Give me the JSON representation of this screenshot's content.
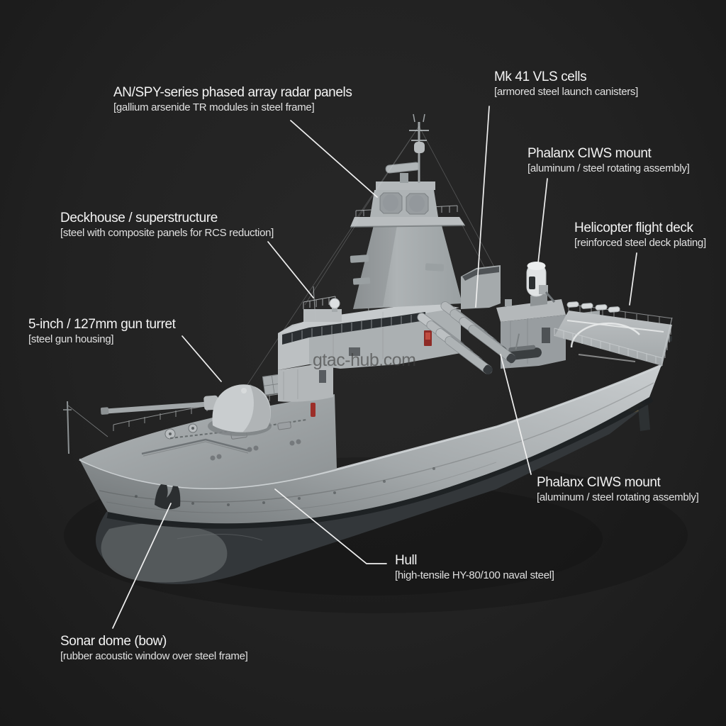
{
  "scene": {
    "background_color": "#212121",
    "hull_light": "#c2c6c8",
    "hull_shadow": "#777c7e",
    "underwater_color": "#3c4042",
    "leader_line_color": "#f0f0f0",
    "label_text_color": "#f3f3f3",
    "label_subtext_color": "#e0e0e0",
    "accent_red": "#8e2b26",
    "phalanx_dome_color": "#e0e3e4"
  },
  "watermark": {
    "text": "gtac-hub.com"
  },
  "labels": [
    {
      "id": "radar-panels",
      "title": "AN/SPY-series phased array radar panels",
      "subtitle": "[gallium arsenide TR modules in steel frame]"
    },
    {
      "id": "vls-cells",
      "title": "Mk 41 VLS cells",
      "subtitle": "[armored steel launch canisters]"
    },
    {
      "id": "phalanx-fwd",
      "title": "Phalanx CIWS mount",
      "subtitle": "[aluminum / steel rotating assembly]"
    },
    {
      "id": "flight-deck",
      "title": "Helicopter flight deck",
      "subtitle": "[reinforced steel deck plating]"
    },
    {
      "id": "deckhouse",
      "title": "Deckhouse / superstructure",
      "subtitle": "[steel with composite panels for RCS reduction]"
    },
    {
      "id": "gun-turret",
      "title": "5-inch / 127mm gun turret",
      "subtitle": "[steel gun housing]"
    },
    {
      "id": "phalanx-aft",
      "title": "Phalanx CIWS mount",
      "subtitle": "[aluminum / steel rotating assembly]"
    },
    {
      "id": "hull",
      "title": "Hull",
      "subtitle": "[high-tensile HY-80/100 naval steel]"
    },
    {
      "id": "sonar-dome",
      "title": "Sonar dome (bow)",
      "subtitle": "[rubber acoustic window over steel frame]"
    }
  ]
}
